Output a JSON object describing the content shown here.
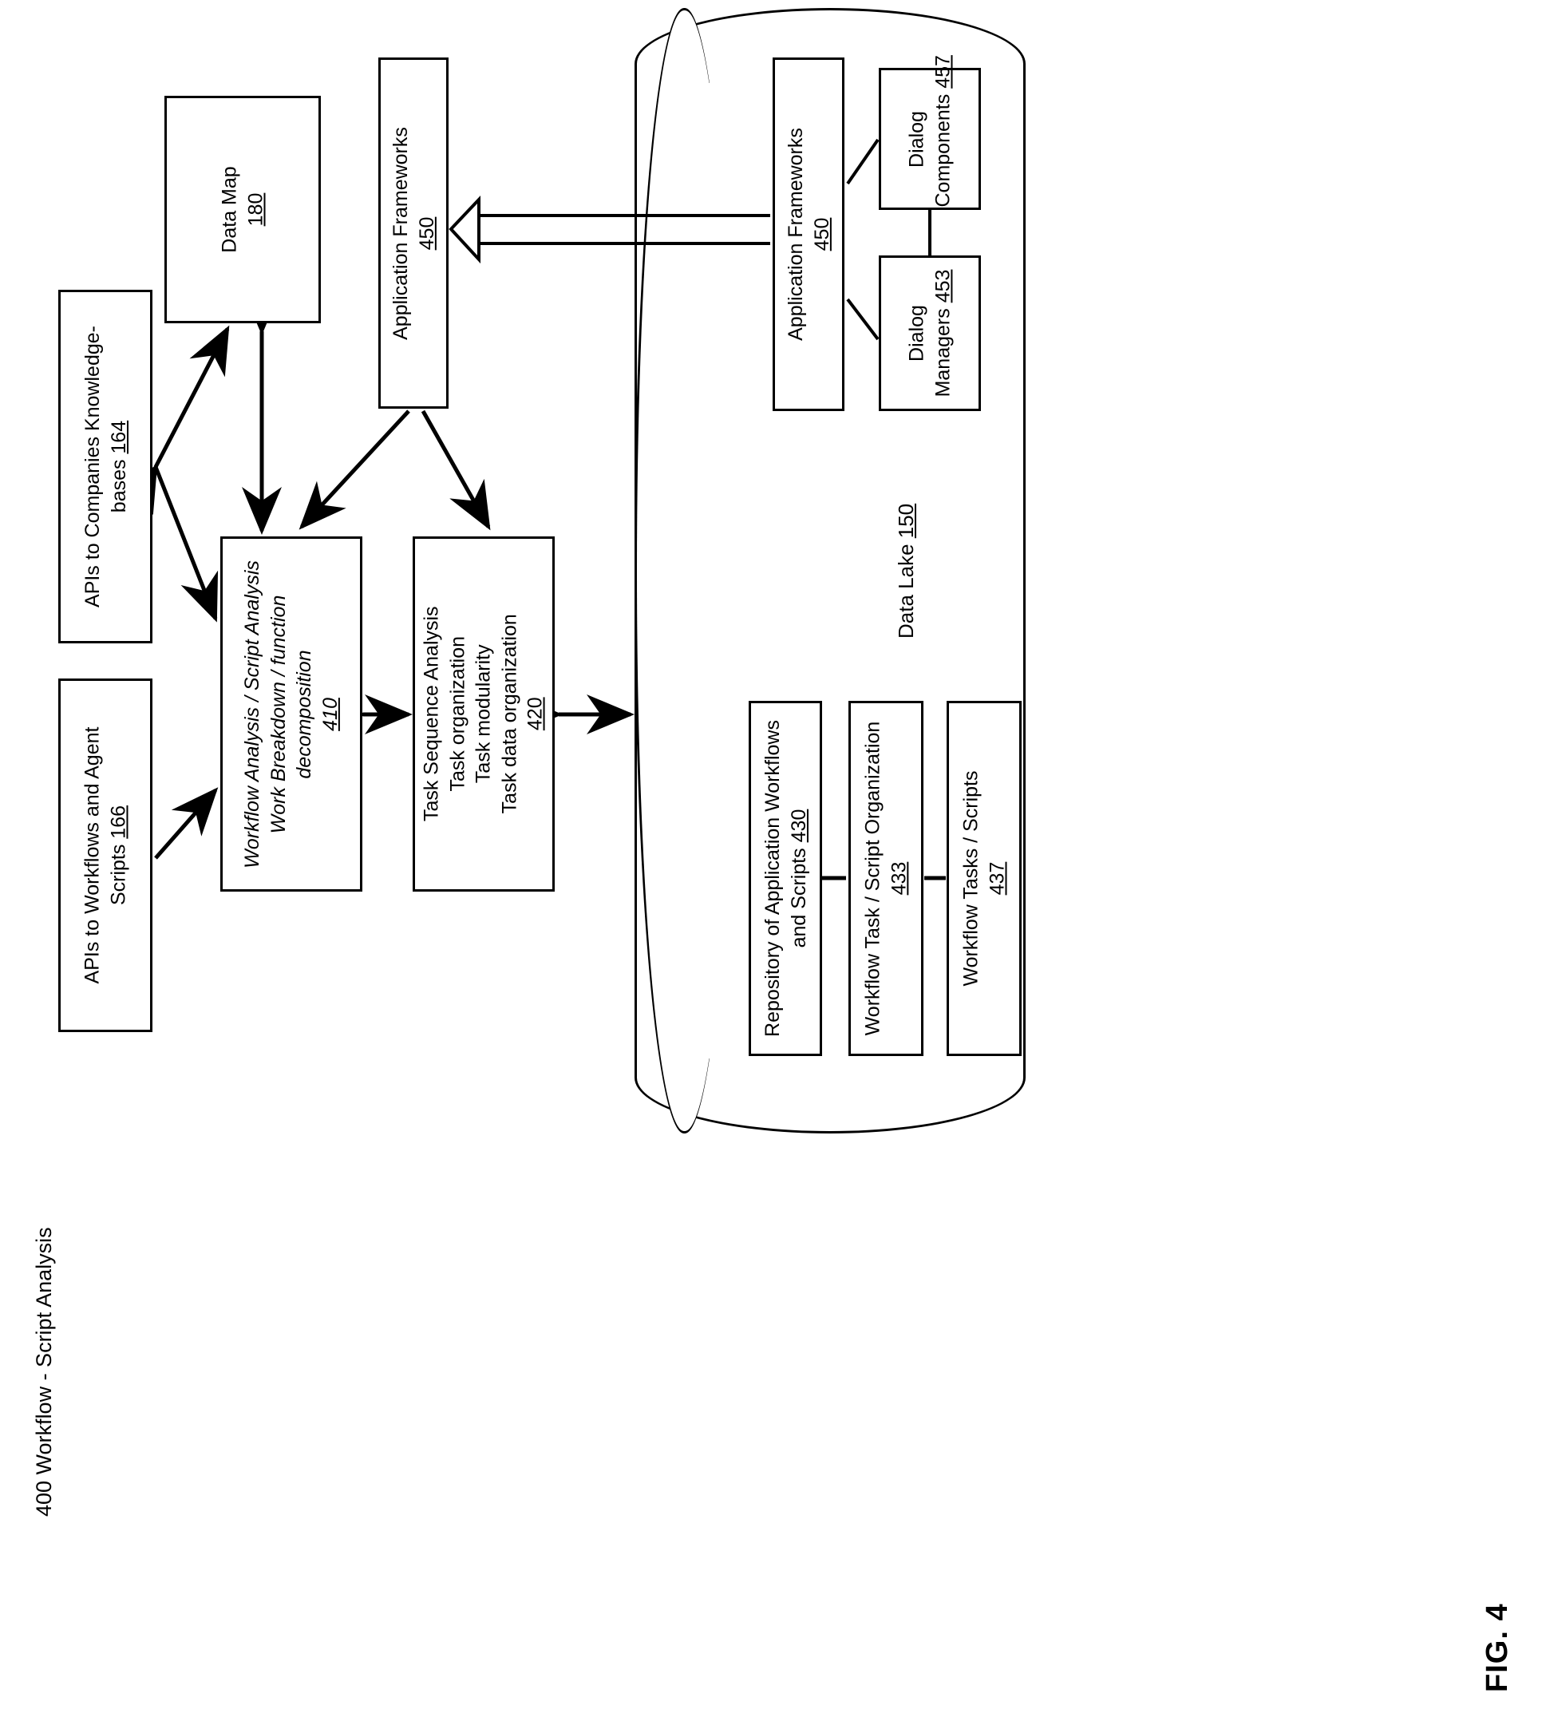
{
  "figure": {
    "title": "400 Workflow - Script Analysis",
    "fig_label": "FIG. 4"
  },
  "nodes": {
    "apis_workflows": {
      "line1": "APIs to Workflows and Agent",
      "line2": "Scripts",
      "ref": "166"
    },
    "apis_knowledge": {
      "line1": "APIs to Companies Knowledge-",
      "line2": "bases",
      "ref": "164"
    },
    "data_map": {
      "line1": "Data Map",
      "ref": "180"
    },
    "app_frameworks_left": {
      "line1": "Application Frameworks",
      "ref": "450"
    },
    "workflow_analysis": {
      "line1": "Workflow Analysis / Script Analysis",
      "line2": "Work Breakdown / function",
      "line3": "decomposition",
      "ref": "410"
    },
    "task_sequence": {
      "line1": "Task Sequence Analysis",
      "line2": "Task organization",
      "line3": "Task modularity",
      "line4": "Task data organization",
      "ref": "420"
    },
    "data_lake": {
      "line1": "Data Lake",
      "ref": "150"
    },
    "app_frameworks_right": {
      "line1": "Application Frameworks",
      "ref": "450"
    },
    "dialog_components": {
      "line1": "Dialog",
      "line2": "Components",
      "ref": "457"
    },
    "dialog_managers": {
      "line1": "Dialog",
      "line2": "Managers",
      "ref": "453"
    },
    "repository": {
      "line1": "Repository of Application Workflows",
      "line2": "and Scripts",
      "ref": "430"
    },
    "workflow_task_org": {
      "line1": "Workflow Task / Script Organization",
      "ref": "433"
    },
    "workflow_tasks_scripts": {
      "line1": "Workflow Tasks / Scripts",
      "ref": "437"
    }
  }
}
